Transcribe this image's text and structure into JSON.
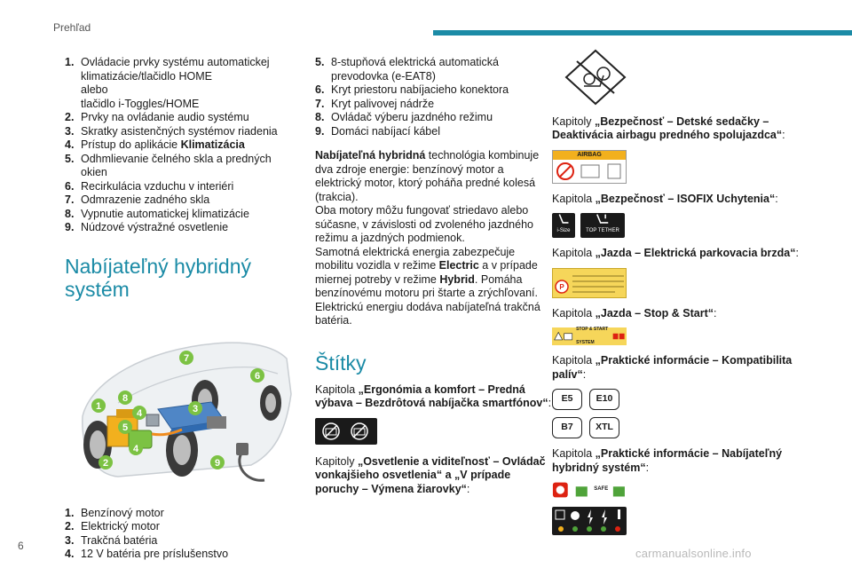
{
  "header": {
    "title": "Prehľad",
    "accent_color": "#1b8ba6"
  },
  "controls_list": [
    {
      "num": "1.",
      "lines": [
        "Ovládacie prvky systému automatickej",
        "klimatizácie/tlačidlo HOME",
        "alebo",
        "tlačidlo i-Toggles/HOME"
      ]
    },
    {
      "num": "2.",
      "text": "Prvky na ovládanie audio systému"
    },
    {
      "num": "3.",
      "text": "Skratky asistenčných systémov riadenia"
    },
    {
      "num": "4.",
      "text": "Prístup do aplikácie ",
      "bold": "Klimatizácia"
    },
    {
      "num": "5.",
      "text": "Odhmlievanie čelného skla a predných okien"
    },
    {
      "num": "6.",
      "text": "Recirkulácia vzduchu v interiéri"
    },
    {
      "num": "7.",
      "text": "Odmrazenie zadného skla"
    },
    {
      "num": "8.",
      "text": "Vypnutie automatickej klimatizácie"
    },
    {
      "num": "9.",
      "text": "Núdzové výstražné osvetlenie"
    }
  ],
  "hybrid_title": "Nabíjateľný hybridný systém",
  "car_callouts": [
    "1",
    "2",
    "3",
    "4",
    "4",
    "5",
    "6",
    "7",
    "8",
    "9"
  ],
  "parts_list": [
    {
      "num": "1.",
      "text": "Benzínový motor"
    },
    {
      "num": "2.",
      "text": "Elektrický motor"
    },
    {
      "num": "3.",
      "text": "Trakčná batéria"
    },
    {
      "num": "4.",
      "text": "12 V batéria pre príslušenstvo"
    }
  ],
  "parts_list_2": [
    {
      "num": "5.",
      "lines": [
        "8-stupňová elektrická automatická",
        "prevodovka (e-EAT8)"
      ]
    },
    {
      "num": "6.",
      "text": "Kryt priestoru nabíjacieho konektora"
    },
    {
      "num": "7.",
      "text": "Kryt palivovej nádrže"
    },
    {
      "num": "8.",
      "text": "Ovládač výberu jazdného režimu"
    },
    {
      "num": "9.",
      "text": "Domáci nabíjací kábel"
    }
  ],
  "hybrid_para": {
    "b1": "Nabíjateľná hybridná",
    "t1": " technológia kombinuje dva zdroje energie: benzínový motor a elektrický motor, ktorý poháňa predné kolesá (trakcia).",
    "t2": "Oba motory môžu fungovať striedavo alebo súčasne, v závislosti od zvoleného jazdného režimu a jazdných podmienok.",
    "t3a": "Samotná elektrická energia zabezpečuje mobilitu vozidla v režime ",
    "b2": "Electric",
    "t3b": " a v prípade miernej potreby v režime ",
    "b3": "Hybrid",
    "t3c": ". Pomáha benzínovému motoru pri štarte a zrýchľovaní.",
    "t4": "Elektrickú energiu dodáva nabíjateľná trakčná batéria."
  },
  "labels_title": "Štítky",
  "label_chapters": {
    "ergonomics_prefix": "Kapitola ",
    "ergonomics_bold": "„Ergonómia a komfort – Predná výbava – Bezdrôtová nabíjačka smartfónov“",
    "ergonomics_suffix": ":",
    "lighting_prefix": "Kapitoly ",
    "lighting_bold": "„Osvetlenie a viditeľnosť – Ovládač vonkajšieho osvetlenia“ a „V prípade poruchy – Výmena žiarovky“",
    "lighting_suffix": ":",
    "safety_prefix": "Kapitoly ",
    "safety_bold": "„Bezpečnosť – Detské sedačky – Deaktivácia airbagu predného spolujazdca“",
    "safety_suffix": ":",
    "isofix_prefix": "Kapitola ",
    "isofix_bold": "„Bezpečnosť – ISOFIX Uchytenia“",
    "isofix_suffix": ":",
    "parking_prefix": "Kapitola ",
    "parking_bold": "„Jazda – Elektrická parkovacia brzda“",
    "parking_suffix": ":",
    "stopstart_prefix": "Kapitola ",
    "stopstart_bold": "„Jazda – Stop & Start“",
    "stopstart_suffix": ":",
    "fuel_prefix": "Kapitola ",
    "fuel_bold": "„Praktické informácie – Kompatibilita palív“",
    "fuel_suffix": ":",
    "charging_prefix": "Kapitola ",
    "charging_bold": "„Praktické informácie – Nabíjateľný hybridný systém“",
    "charging_suffix": ":"
  },
  "label_texts": {
    "airbag": "AIRBAG",
    "isize": "i-Size",
    "top_tether": "TOP TETHER",
    "stop_start": "STOP & START SYSTEM",
    "safe": "SAFE"
  },
  "fuel_badges": [
    "E5",
    "E10",
    "B7",
    "XTL"
  ],
  "page_number": "6",
  "watermark": "carmanualsonline.info"
}
